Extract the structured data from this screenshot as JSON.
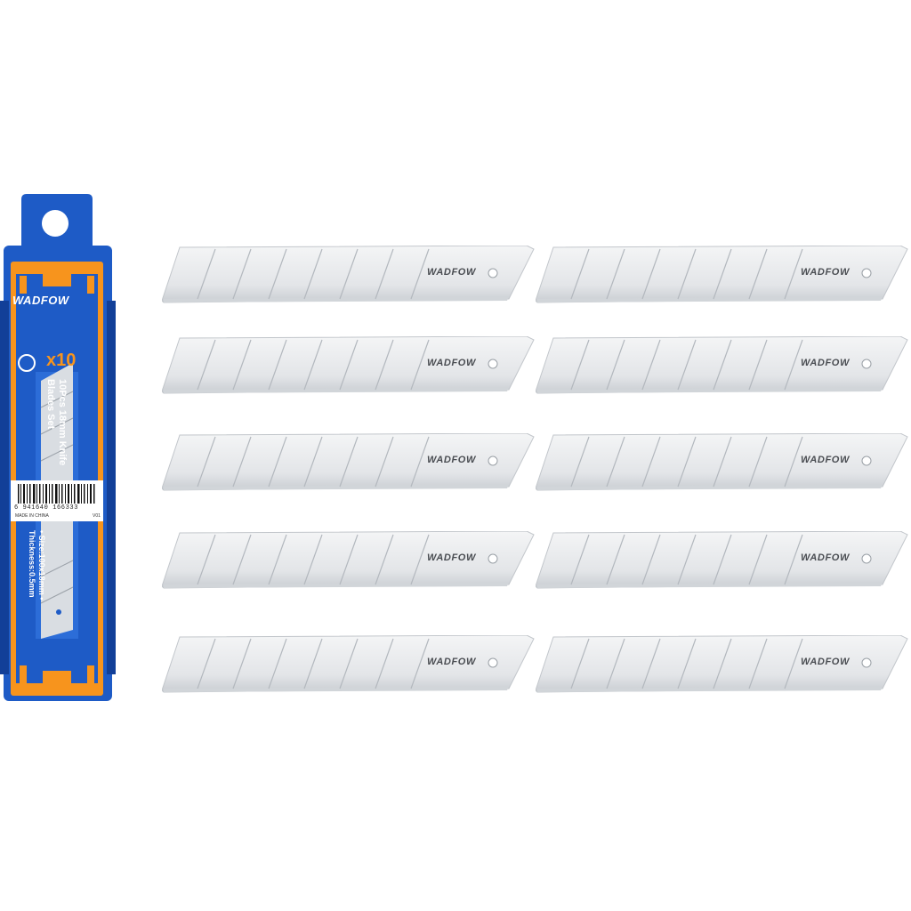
{
  "product": {
    "brand": "WADFOW",
    "count_badge": "x10",
    "name_line1": "10Pcs 18mm Knife",
    "name_line2": "Blades Set",
    "spec_line1": "• Size:100x18mm",
    "spec_line2": "• Thickness:0.5mm",
    "barcode_digits": "6 941640 166333",
    "origin": "MADE IN CHINA",
    "version": "V01"
  },
  "blades": [
    {
      "engraving": "WADFOW"
    },
    {
      "engraving": "WADFOW"
    },
    {
      "engraving": "WADFOW"
    },
    {
      "engraving": "WADFOW"
    },
    {
      "engraving": "WADFOW"
    },
    {
      "engraving": "WADFOW"
    },
    {
      "engraving": "WADFOW"
    },
    {
      "engraving": "WADFOW"
    },
    {
      "engraving": "WADFOW"
    },
    {
      "engraving": "WADFOW"
    }
  ],
  "colors": {
    "package_blue": "#1e5bc6",
    "package_dark_blue": "#123f98",
    "package_orange": "#f7941d",
    "blade_silver": "#e6e8ea",
    "blade_edge": "#b9bdc2"
  }
}
